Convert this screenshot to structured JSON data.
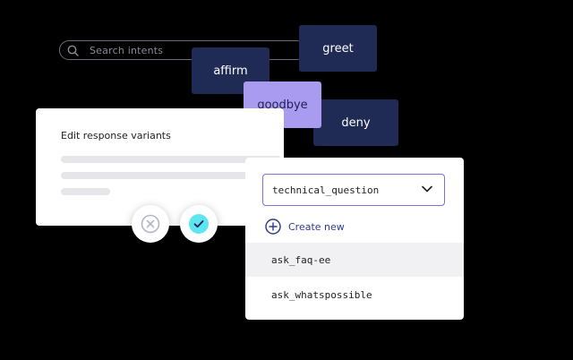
{
  "search": {
    "placeholder": "Search intents",
    "icon": "search-icon"
  },
  "intents": {
    "greet": "greet",
    "affirm": "affirm",
    "goodbye": "goodbye",
    "deny": "deny"
  },
  "card": {
    "title": "Edit response variants"
  },
  "actions": {
    "cancel_icon": "close-icon",
    "confirm_icon": "check-icon"
  },
  "dropdown": {
    "selected": "technical_question",
    "create_new": "Create new",
    "options": [
      "ask_faq-ee",
      "ask_whatspossible"
    ]
  },
  "colors": {
    "background": "#000000",
    "intent_dark": "#1f2a55",
    "intent_highlight": "#a99cf0",
    "accent": "#2c3a94",
    "confirm": "#5de6f2"
  }
}
